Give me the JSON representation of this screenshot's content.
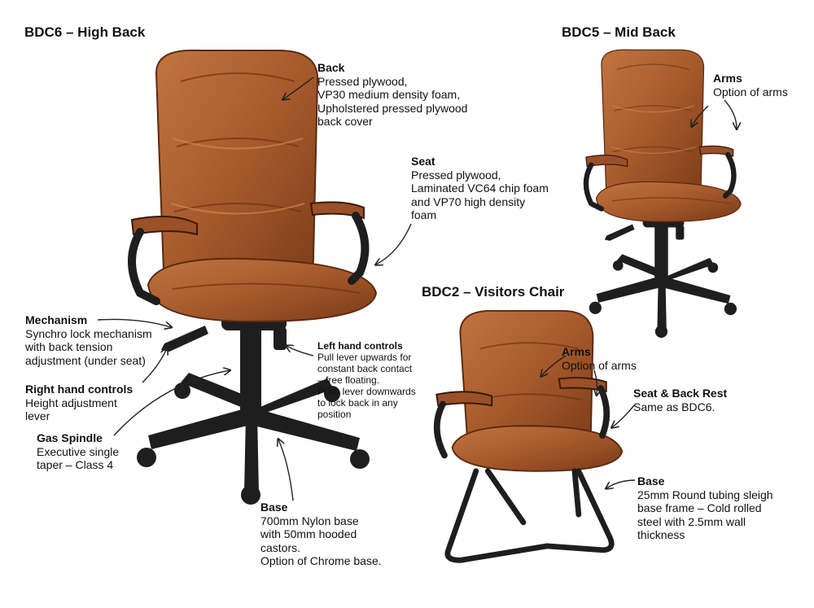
{
  "titles": {
    "bdc6": "BDC6 – High Back",
    "bdc5": "BDC5 – Mid Back",
    "bdc2": "BDC2 – Visitors Chair"
  },
  "colors": {
    "leather": "#a65a2c",
    "leather_dark": "#6e3414",
    "frame": "#1e1e1e"
  },
  "bdc6_notes": {
    "back": {
      "heading": "Back",
      "lines": [
        "Pressed plywood,",
        "VP30 medium density foam,",
        "Upholstered pressed plywood",
        "back cover"
      ]
    },
    "seat": {
      "heading": "Seat",
      "lines": [
        "Pressed plywood,",
        "Laminated VC64 chip foam",
        "and VP70 high density",
        "foam"
      ]
    },
    "mechanism": {
      "heading": "Mechanism",
      "lines": [
        "Synchro lock mechanism",
        "with back tension",
        "adjustment (under seat)"
      ]
    },
    "right_hand": {
      "heading": "Right hand controls",
      "lines": [
        "Height adjustment",
        "lever"
      ]
    },
    "gas_spindle": {
      "heading": "Gas Spindle",
      "lines": [
        "Executive single",
        "taper – Class 4"
      ]
    },
    "left_hand": {
      "heading": "Left hand controls",
      "lines": [
        "Pull lever upwards for",
        "constant back contact",
        "– free floating.",
        "Push lever downwards",
        "to lock back in any",
        "position"
      ]
    },
    "base": {
      "heading": "Base",
      "lines": [
        "700mm Nylon base",
        "with 50mm hooded",
        "castors.",
        "Option of Chrome base."
      ]
    }
  },
  "bdc5_notes": {
    "arms": {
      "heading": "Arms",
      "lines": [
        "Option of arms"
      ]
    }
  },
  "bdc2_notes": {
    "arms": {
      "heading": "Arms",
      "lines": [
        "Option of arms"
      ]
    },
    "seat_back": {
      "heading": "Seat & Back Rest",
      "lines": [
        "Same as BDC6."
      ]
    },
    "base": {
      "heading": "Base",
      "lines": [
        "25mm Round tubing sleigh",
        "base frame – Cold rolled",
        "steel with 2.5mm wall",
        "thickness"
      ]
    }
  }
}
